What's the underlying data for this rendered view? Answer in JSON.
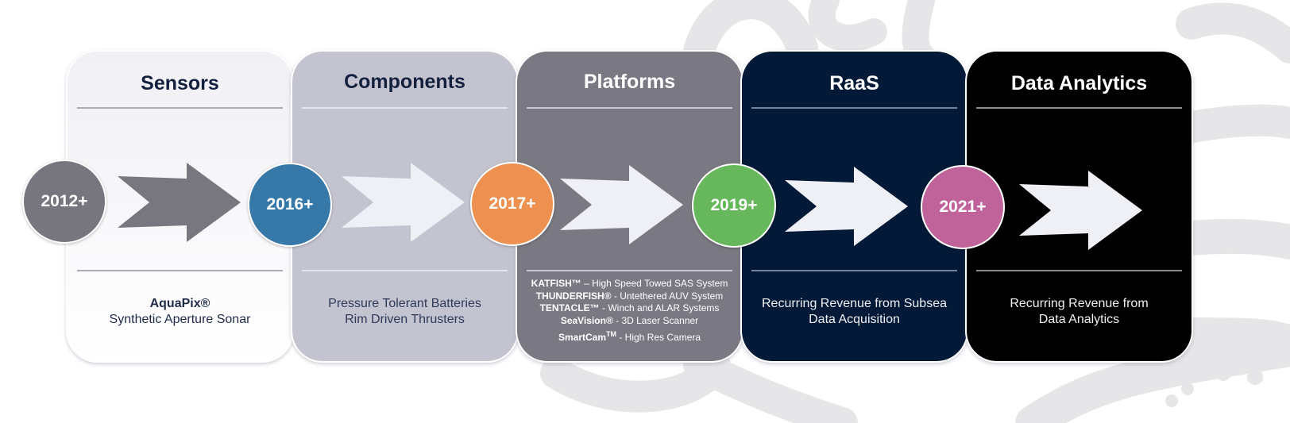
{
  "colors": {
    "milestone_2012": "#77767e",
    "milestone_2016": "#3679a8",
    "milestone_2017": "#ee9150",
    "milestone_2019": "#67b85c",
    "milestone_2021": "#c0639b",
    "sensors_panel": "#f0f0f5",
    "components_panel": "#c4c4d1",
    "platforms_panel": "#7a7983",
    "raas_panel": "#021937",
    "data_analytics_panel": "#000000",
    "arrow_dark": "#78777f",
    "arrow_light": "#efeff6"
  },
  "milestones": [
    {
      "label": "2012+"
    },
    {
      "label": "2016+"
    },
    {
      "label": "2017+"
    },
    {
      "label": "2019+"
    },
    {
      "label": "2021+"
    }
  ],
  "stages": [
    {
      "title": "Sensors",
      "description_bold": "AquaPix®",
      "description_lines": [
        "Synthetic Aperture Sonar"
      ]
    },
    {
      "title": "Components",
      "description_lines": [
        "Pressure Tolerant Batteries",
        "Rim Driven Thrusters"
      ]
    },
    {
      "title": "Platforms",
      "products": [
        {
          "name": "KATFISH™",
          "detail": " – High Speed Towed SAS System"
        },
        {
          "name": "THUNDERFISH®",
          "detail": "  - Untethered AUV System"
        },
        {
          "name": "TENTACLE™",
          "detail": " - Winch and ALAR Systems"
        },
        {
          "name": "SeaVision®",
          "detail": " - 3D Laser Scanner"
        },
        {
          "name": "SmartCam",
          "superscript": "TM",
          "detail": " - High Res Camera"
        }
      ]
    },
    {
      "title": "RaaS",
      "description_lines": [
        "Recurring Revenue from Subsea",
        "Data Acquisition"
      ]
    },
    {
      "title": "Data Analytics",
      "description_lines": [
        "Recurring Revenue from",
        "Data Analytics"
      ]
    }
  ]
}
